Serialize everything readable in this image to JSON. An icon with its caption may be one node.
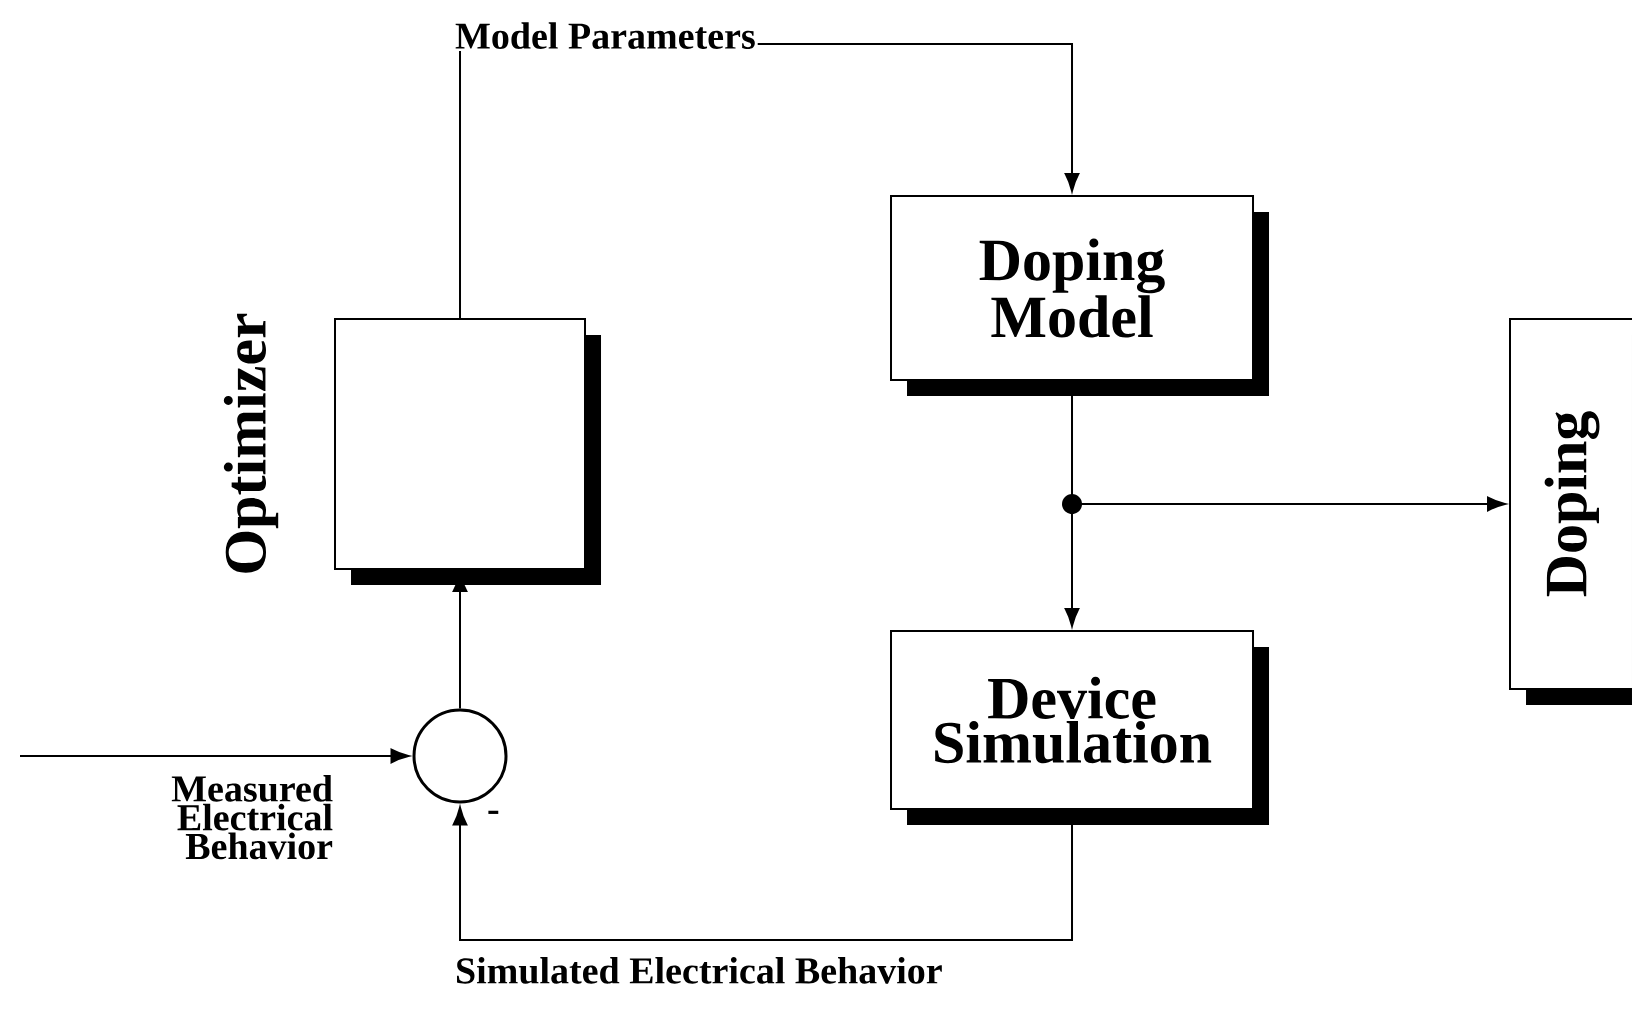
{
  "diagram": {
    "nodes": [
      {
        "text": [
          "Optimizer"
        ]
      },
      {
        "text": [
          "Doping Model"
        ]
      },
      {
        "text": [
          "Device Simulation"
        ]
      },
      {
        "text": [
          "Doping"
        ]
      },
      {
        "text": [],
        "shape": "circle"
      }
    ],
    "edges": [
      {
        "from": 0,
        "to": 1,
        "arrow": "to",
        "label": "Model Parameters"
      },
      {
        "from": 1,
        "to": 3,
        "arrow": "to"
      },
      {
        "from": 1,
        "to": 2,
        "arrow": "to"
      },
      {
        "from": 2,
        "to": 4,
        "arrow": "to",
        "label": "Simulated Electrical Behavior"
      },
      {
        "from": 4,
        "to": 0,
        "arrow": "to"
      },
      {
        "from": null,
        "to": 4,
        "arrow": "to",
        "label": "Measured Electrical Behavior"
      }
    ],
    "labels": [
      "-"
    ]
  }
}
